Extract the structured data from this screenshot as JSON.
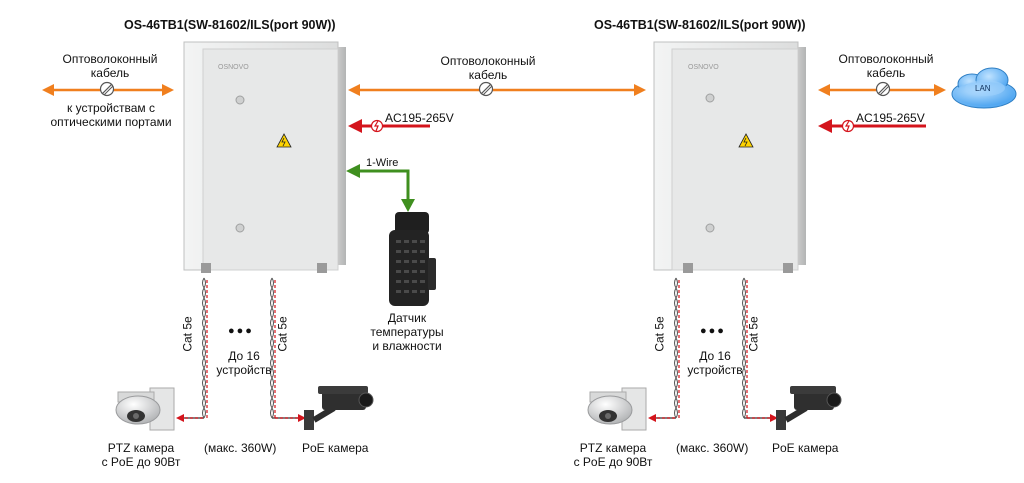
{
  "left_title": "OS-46TB1(SW-81602/ILS(port 90W))",
  "right_title": "OS-46TB1(SW-81602/ILS(port 90W))",
  "fiber_left_label": "Оптоволоконный кабель",
  "fiber_left_line1": "Оптоволоконный",
  "fiber_left_line2": "кабель",
  "optical_ports_line1": "к устройствам с",
  "optical_ports_line2": "оптическими портами",
  "fiber_mid_line1": "Оптоволоконный",
  "fiber_mid_line2": "кабель",
  "fiber_right_line1": "Оптоволоконный",
  "fiber_right_line2": "кабель",
  "ac_mid": "AC195-265V",
  "ac_right": "AC195-265V",
  "lan": "LAN",
  "one_wire": "1-Wire",
  "sensor_line1": "Датчик",
  "sensor_line2": "температуры",
  "sensor_line3": "и влажности",
  "cat5e": "Cat 5e",
  "dots": "●●●",
  "upto_line1": "До 16",
  "upto_line2": "устройств",
  "max_power": "(макс. 360W)",
  "ptz_line1": "PTZ камера",
  "ptz_line2": "с PoE до 90Вт",
  "poe_camera": "PoE камера",
  "brand": "OSNOVO",
  "colors": {
    "fiber": "#f07f1e",
    "power": "#d4141c",
    "onewire": "#3f8f1f",
    "cabinet": "#e8e9e9"
  }
}
